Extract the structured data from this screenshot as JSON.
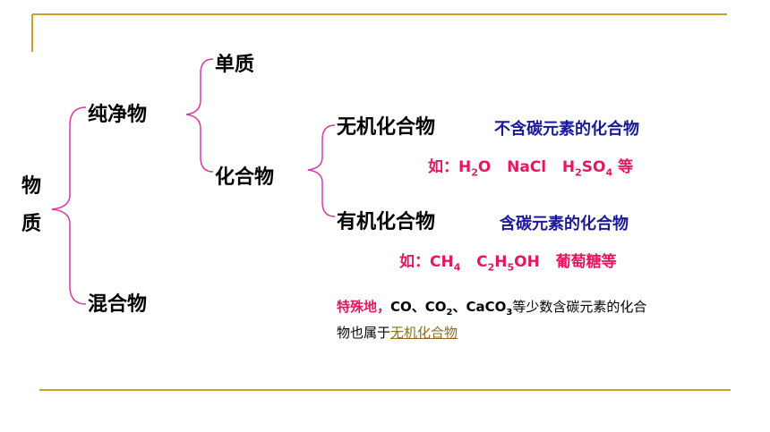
{
  "colors": {
    "rule": "#c9a227",
    "brace": "#d63aa4",
    "example": "#e6175f",
    "description": "#1a1a99",
    "link": "#8a6d1f"
  },
  "root": {
    "char1": "物",
    "char2": "质"
  },
  "pure": {
    "label": "纯净物"
  },
  "mixture": {
    "label": "混合物"
  },
  "element": {
    "label": "单质"
  },
  "compound": {
    "label": "化合物"
  },
  "inorganic": {
    "label": "无机化合物",
    "description": "不含碳元素的化合物",
    "example": {
      "prefix": "如：",
      "h2o_a": "H",
      "h2o_sub": "2",
      "h2o_b": "O",
      "nacl": "NaCl",
      "h2so4_a": "H",
      "h2so4_sub1": "2",
      "h2so4_b": "SO",
      "h2so4_sub2": "4",
      "suffix": "等"
    }
  },
  "organic": {
    "label": "有机化合物",
    "description": "含碳元素的化合物",
    "example": {
      "prefix": "如：",
      "ch4_a": "CH",
      "ch4_sub": "4",
      "eth_a": "C",
      "eth_sub1": "2",
      "eth_b": "H",
      "eth_sub2": "5",
      "eth_c": "OH",
      "glucose": "葡萄糖等"
    }
  },
  "note": {
    "lead": "特殊地，",
    "co": "CO、",
    "co2_a": "CO",
    "co2_sub": "2",
    "sep": "、",
    "caco3_a": "CaCO",
    "caco3_sub": "3",
    "rest1": "等少数含碳元素的化合",
    "rest2": "物也属于",
    "link": "无机化合物"
  }
}
